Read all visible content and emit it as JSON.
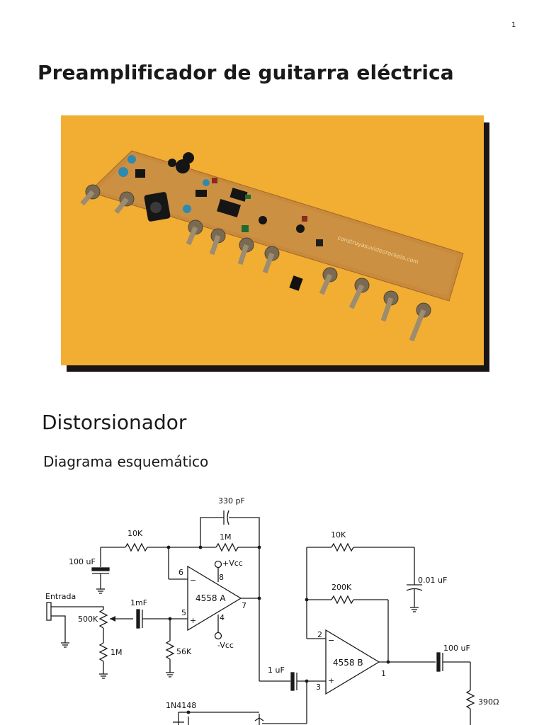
{
  "page": {
    "number": "1"
  },
  "title": "Preamplificador de guitarra eléctrica",
  "photo": {
    "board_text": "construyasuvideorockola.com"
  },
  "section": {
    "title": "Distorsionador",
    "subtitle": "Diagrama esquemático"
  },
  "schematic": {
    "labels": {
      "c_330pf": "330 pF",
      "r_10k_in": "10K",
      "r_1m_fb": "1M",
      "c_100uf_in": "100 uF",
      "pin6": "6",
      "pin_minus_a": "−",
      "pin_plus_a": "+",
      "vcc_pos": "+Vcc",
      "pin8": "8",
      "opamp_a": "4558 A",
      "pin7": "7",
      "pin5": "5",
      "pin4": "4",
      "vcc_neg": "-Vcc",
      "entrada": "Entrada",
      "pot_500k": "500K",
      "c_1mf": "1mF",
      "r_1m_gnd": "1M",
      "r_56k": "56K",
      "r_10k_b": "10K",
      "c_001uf": "0.01 uF",
      "r_200k": "200K",
      "pin2": "2",
      "pin_minus_b": "−",
      "pin_plus_b": "+",
      "opamp_b": "4558 B",
      "pin1": "1",
      "pin3": "3",
      "c_1uf": "1  uF",
      "c_100uf_out": "100 uF",
      "r_390": "390Ω",
      "diode": "1N4148"
    }
  }
}
